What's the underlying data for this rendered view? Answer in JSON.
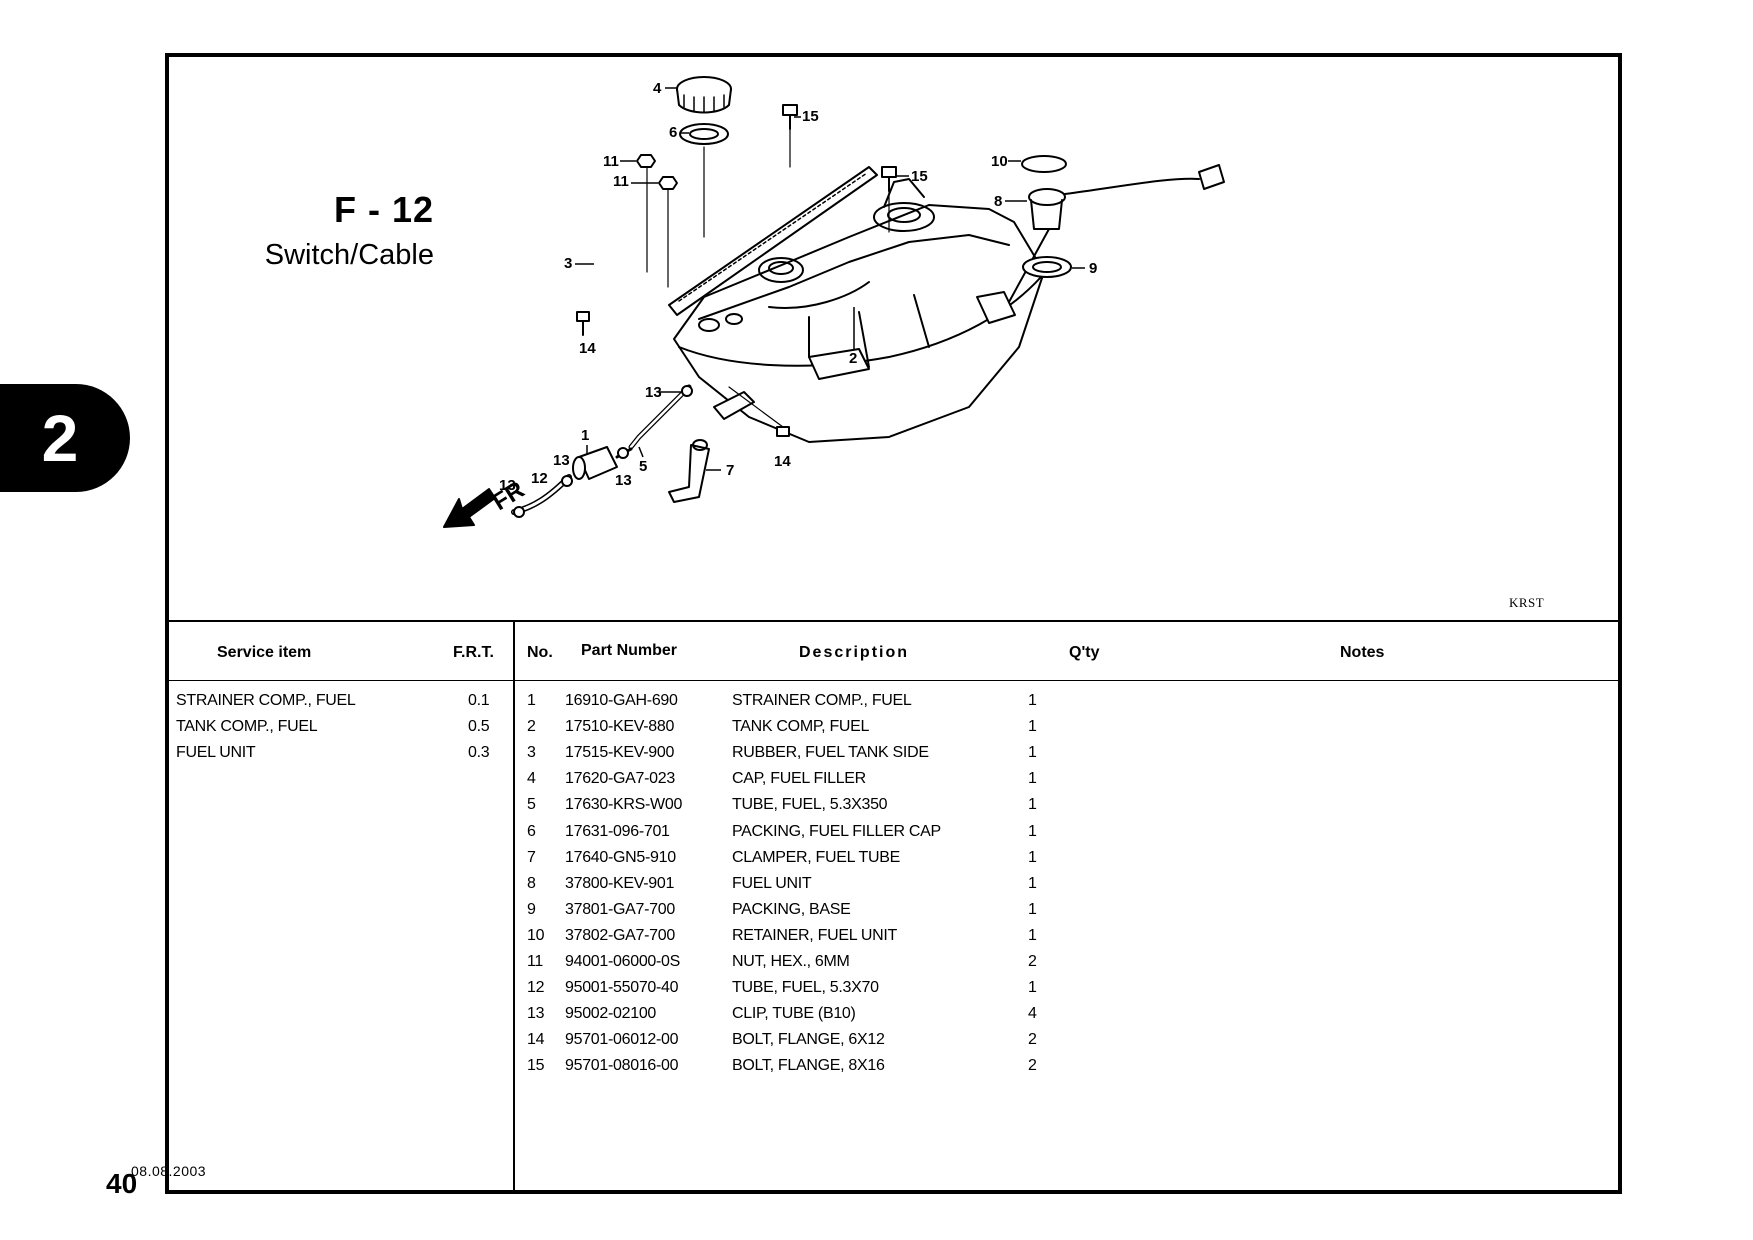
{
  "chapter_tab": "2",
  "page_number": "40",
  "section": {
    "code": "F - 12",
    "name": "Switch/Cable"
  },
  "diagram": {
    "code": "KRST",
    "direction_label": "FR",
    "callouts": [
      "1",
      "2",
      "3",
      "4",
      "5",
      "6",
      "7",
      "8",
      "9",
      "10",
      "11",
      "11",
      "12",
      "13",
      "13",
      "13",
      "13",
      "14",
      "14",
      "15",
      "15"
    ]
  },
  "service_table": {
    "headers": {
      "item": "Service item",
      "frt": "F.R.T."
    },
    "rows": [
      {
        "item": "STRAINER COMP., FUEL",
        "frt": "0.1"
      },
      {
        "item": "TANK COMP., FUEL",
        "frt": "0.5"
      },
      {
        "item": "FUEL UNIT",
        "frt": "0.3"
      }
    ],
    "revision_date": "08.08.2003"
  },
  "parts_table": {
    "headers": {
      "no": "No.",
      "part_number": "Part Number",
      "description": "Description",
      "qty": "Q'ty",
      "notes": "Notes"
    },
    "rows": [
      {
        "no": "1",
        "part_number": "16910-GAH-690",
        "description": "STRAINER COMP., FUEL",
        "qty": "1"
      },
      {
        "no": "2",
        "part_number": "17510-KEV-880",
        "description": "TANK COMP, FUEL",
        "qty": "1"
      },
      {
        "no": "3",
        "part_number": "17515-KEV-900",
        "description": "RUBBER, FUEL TANK SIDE",
        "qty": "1"
      },
      {
        "no": "4",
        "part_number": "17620-GA7-023",
        "description": "CAP, FUEL FILLER",
        "qty": "1"
      },
      {
        "no": "5",
        "part_number": "17630-KRS-W00",
        "description": "TUBE, FUEL, 5.3X350",
        "qty": "1"
      },
      {
        "no": "6",
        "part_number": "17631-096-701",
        "description": "PACKING, FUEL FILLER CAP",
        "qty": "1"
      },
      {
        "no": "7",
        "part_number": "17640-GN5-910",
        "description": "CLAMPER, FUEL TUBE",
        "qty": "1"
      },
      {
        "no": "8",
        "part_number": "37800-KEV-901",
        "description": "FUEL UNIT",
        "qty": "1"
      },
      {
        "no": "9",
        "part_number": "37801-GA7-700",
        "description": "PACKING, BASE",
        "qty": "1"
      },
      {
        "no": "10",
        "part_number": "37802-GA7-700",
        "description": "RETAINER, FUEL UNIT",
        "qty": "1"
      },
      {
        "no": "11",
        "part_number": "94001-06000-0S",
        "description": "NUT, HEX., 6MM",
        "qty": "2"
      },
      {
        "no": "12",
        "part_number": "95001-55070-40",
        "description": "TUBE, FUEL, 5.3X70",
        "qty": "1"
      },
      {
        "no": "13",
        "part_number": "95002-02100",
        "description": "CLIP, TUBE (B10)",
        "qty": "4"
      },
      {
        "no": "14",
        "part_number": "95701-06012-00",
        "description": "BOLT, FLANGE, 6X12",
        "qty": "2"
      },
      {
        "no": "15",
        "part_number": "95701-08016-00",
        "description": "BOLT, FLANGE, 8X16",
        "qty": "2"
      }
    ]
  }
}
